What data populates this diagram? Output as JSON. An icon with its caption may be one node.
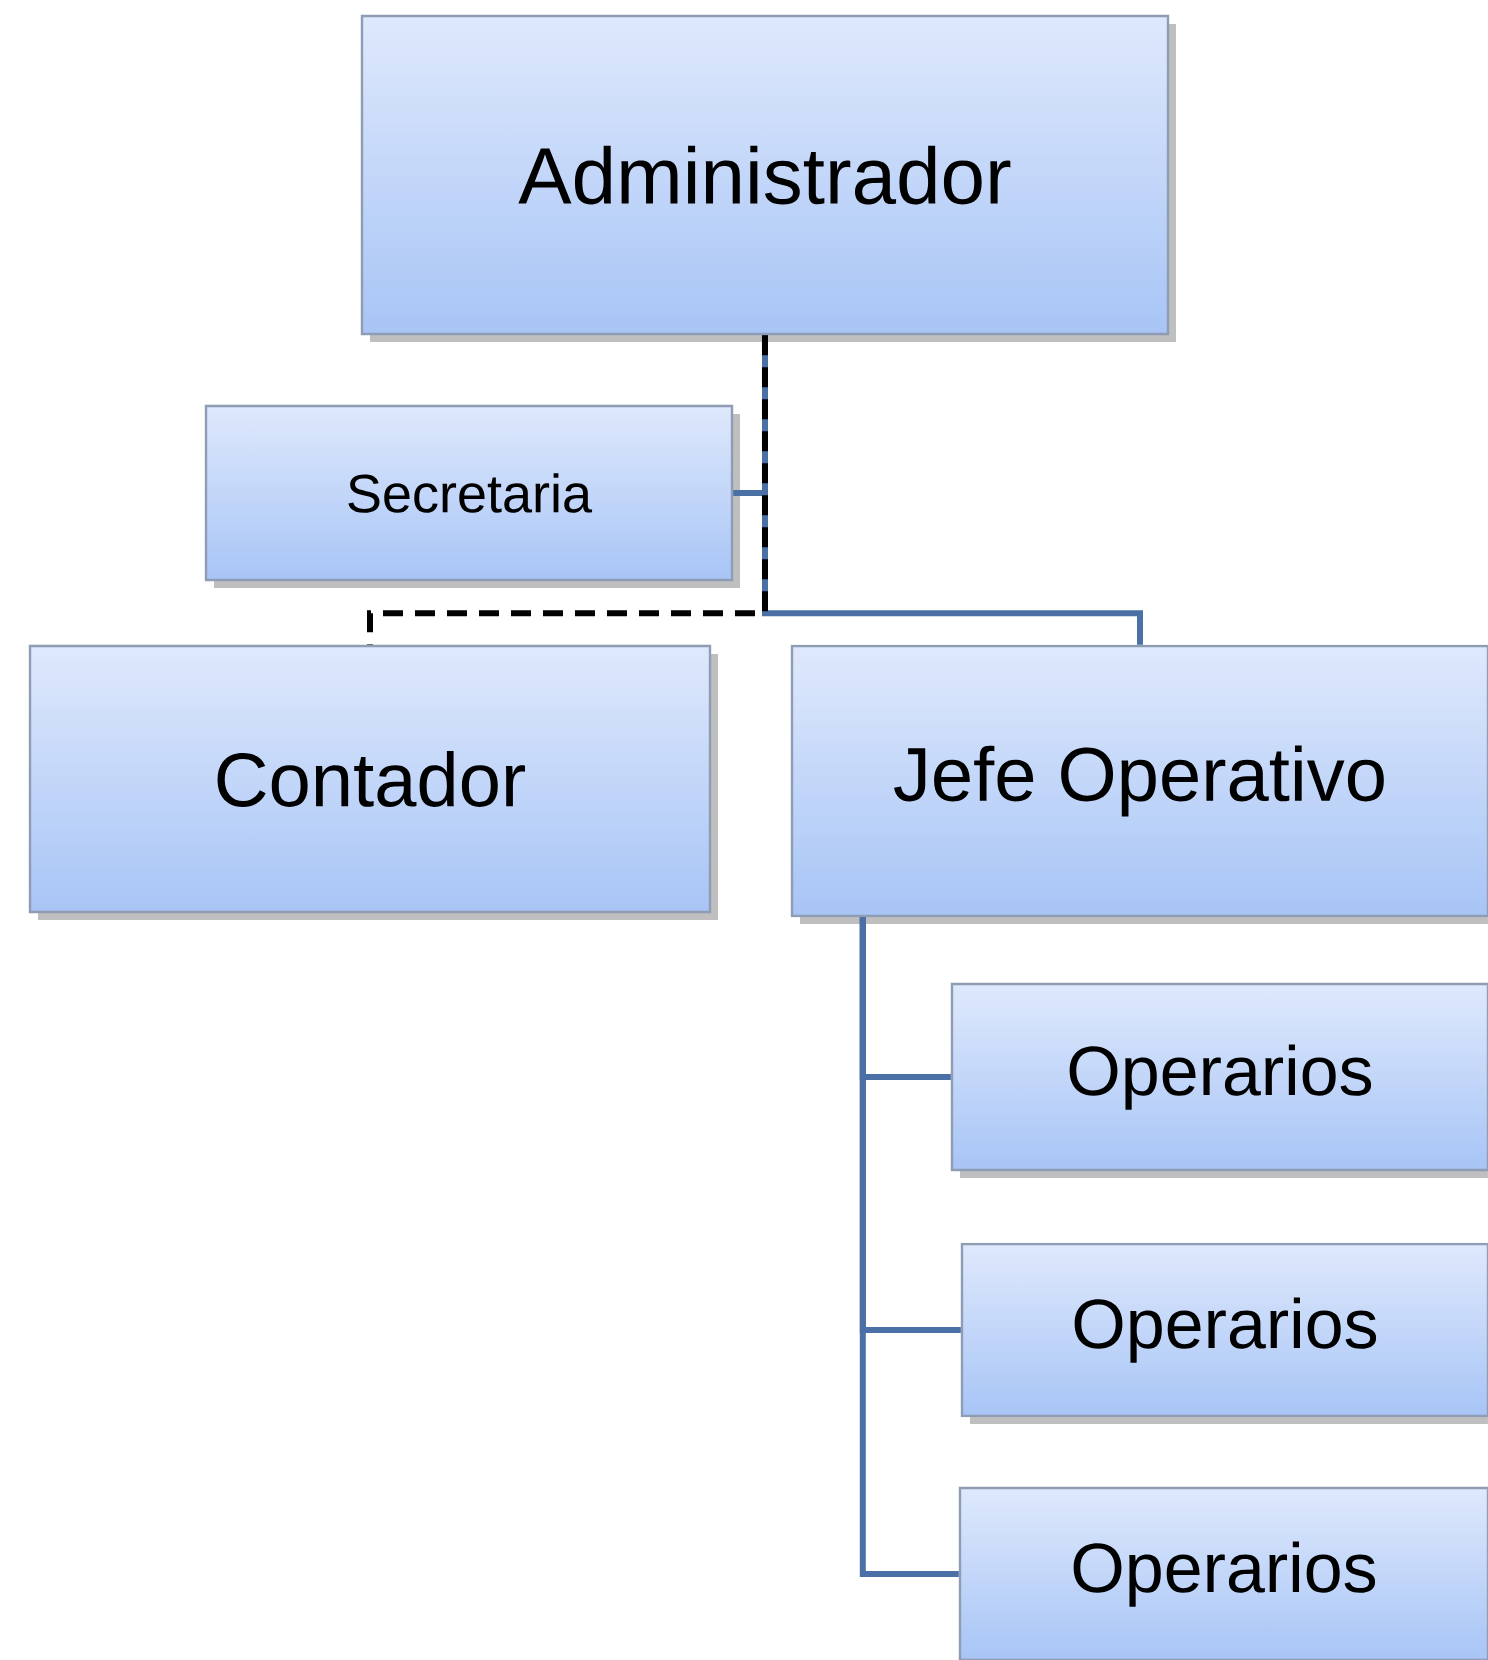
{
  "diagram": {
    "nodes": [
      {
        "text": [
          "Administrador"
        ]
      },
      {
        "text": [
          "Secretaria"
        ]
      },
      {
        "text": [
          "Contador"
        ]
      },
      {
        "text": [
          "Jefe Operativo"
        ]
      },
      {
        "text": [
          "Operarios"
        ]
      },
      {
        "text": [
          "Operarios"
        ]
      },
      {
        "text": [
          "Operarios"
        ]
      }
    ],
    "edges": [
      {
        "from": 0,
        "to": 1,
        "arrow": "none"
      },
      {
        "from": 0,
        "to": 3,
        "arrow": "none"
      },
      {
        "from": 3,
        "to": 4,
        "arrow": "none"
      },
      {
        "from": 3,
        "to": 5,
        "arrow": "none"
      },
      {
        "from": 3,
        "to": 6,
        "arrow": "none"
      },
      {
        "from": 0,
        "to": 2,
        "arrow": "none",
        "style": "dashed",
        "color": "#000000"
      }
    ]
  }
}
